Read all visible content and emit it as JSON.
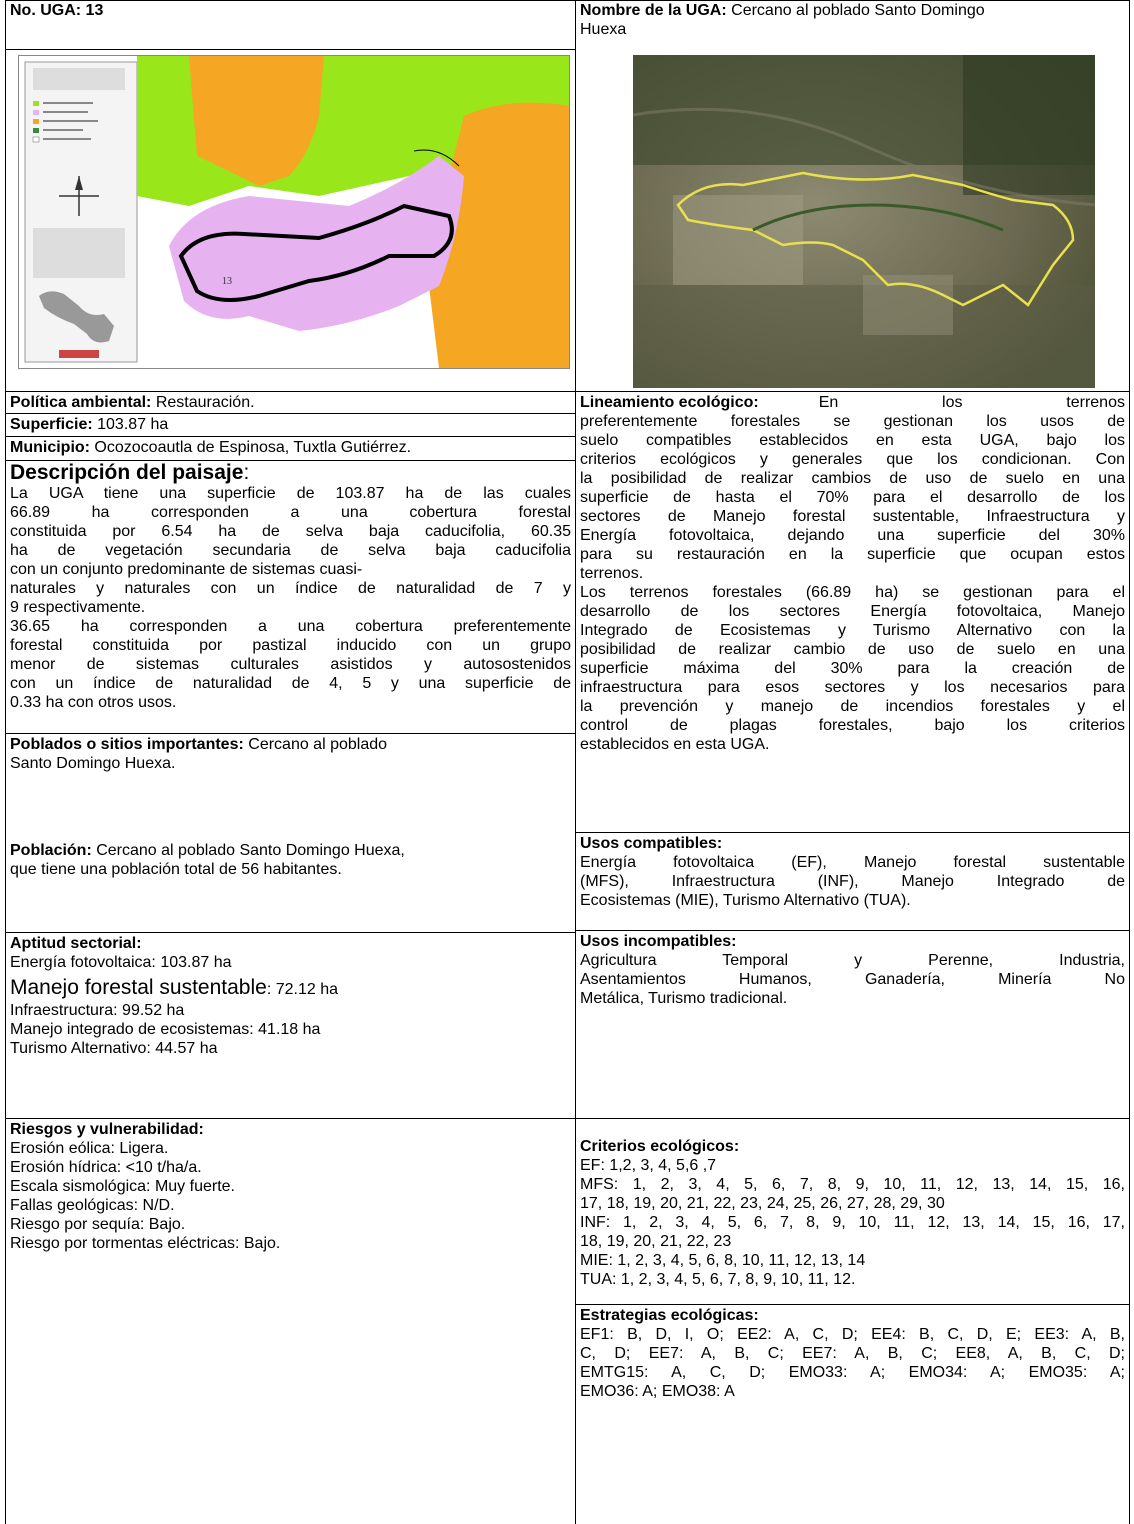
{
  "uga_no": {
    "label": "No. UGA:",
    "value": " 13"
  },
  "nombre": {
    "label": "Nombre de la UGA:",
    "line1": " Cercano al poblado Santo Domingo",
    "line2": "Huexa"
  },
  "politica": {
    "label": "Política ambiental:",
    "value": " Restauración."
  },
  "superficie": {
    "label": "Superficie:",
    "value": " 103.87 ha"
  },
  "municipio": {
    "label": "Municipio:",
    "value": " Ocozocoautla de Espinosa, Tuxtla Gutiérrez."
  },
  "descripcion": {
    "label": "Descripción del paisaje",
    "colon": ":",
    "lines": [
      "La UGA tiene una superficie de 103.87 ha de las cuales",
      "66.89 ha corresponden a una cobertura forestal",
      "constituida por 6.54 ha de selva baja caducifolia, 60.35",
      "ha de vegetación secundaria de selva baja caducifolia",
      "con un conjunto predominante de sistemas cuasi-",
      "naturales y naturales con un índice de naturalidad de 7 y",
      "9 respectivamente.",
      "36.65 ha corresponden a una cobertura preferentemente",
      "forestal constituida por pastizal inducido con un grupo",
      "menor de sistemas culturales asistidos y autosostenidos",
      "con un índice de naturalidad de 4, 5 y una superficie de",
      "0.33 ha con otros usos."
    ]
  },
  "poblados": {
    "label": "Poblados o sitios importantes:",
    "line1": " Cercano al poblado",
    "line2": "Santo Domingo Huexa."
  },
  "poblacion": {
    "label": "Población:",
    "line1": " Cercano al poblado Santo Domingo Huexa,",
    "line2": "que tiene una población total de 56 habitantes."
  },
  "aptitud": {
    "label": "Aptitud sectorial:",
    "items": [
      "Energía fotovoltaica: 103.87 ha",
      "Manejo forestal sustentable",
      "Infraestructura: 99.52 ha",
      "Manejo integrado de ecosistemas: 41.18 ha",
      "Turismo Alternativo: 44.57 ha"
    ],
    "mfs_value": ": 72.12 ha"
  },
  "riesgos": {
    "label": "Riesgos y vulnerabilidad:",
    "items": [
      "Erosión eólica: Ligera.",
      "Erosión hídrica: <10 t/ha/a.",
      "Escala sismológica: Muy fuerte.",
      "Fallas geológicas: N/D.",
      "Riesgo por sequía: Bajo.",
      "Riesgo por tormentas eléctricas: Bajo."
    ]
  },
  "lineamiento": {
    "label": "Lineamiento ecológico:",
    "first_rest": "En los terrenos",
    "lines": [
      "preferentemente forestales se gestionan los usos de",
      "suelo compatibles establecidos en esta UGA, bajo los",
      "criterios ecológicos y generales que los condicionan. Con",
      "la posibilidad de realizar cambios de uso de suelo en una",
      "superficie de hasta el 70% para el desarrollo de los",
      "sectores de Manejo forestal sustentable, Infraestructura y",
      "Energía fotovoltaica, dejando una superficie del 30%",
      "para su restauración en la superficie que ocupan estos",
      "terrenos.",
      "Los terrenos forestales (66.89 ha) se gestionan para el",
      "desarrollo de los sectores Energía fotovoltaica, Manejo",
      "Integrado de Ecosistemas y Turismo Alternativo con la",
      "posibilidad de realizar cambio de uso de suelo en una",
      "superficie máxima del 30% para la creación de",
      "infraestructura para esos sectores y los necesarios para",
      "la prevención y manejo de incendios forestales y el",
      "control de plagas forestales, bajo los criterios",
      "establecidos en esta UGA."
    ]
  },
  "compatibles": {
    "label": "Usos compatibles:",
    "lines": [
      "Energía fotovoltaica (EF), Manejo forestal sustentable",
      "(MFS), Infraestructura (INF), Manejo Integrado de",
      "Ecosistemas (MIE), Turismo Alternativo (TUA)."
    ]
  },
  "incompatibles": {
    "label": "Usos incompatibles:",
    "lines": [
      "Agricultura Temporal y Perenne, Industria,",
      "Asentamientos Humanos, Ganadería, Minería No",
      "Metálica, Turismo tradicional."
    ]
  },
  "criterios": {
    "label": "Criterios ecológicos:",
    "lines": [
      "EF: 1,2, 3, 4, 5,6 ,7",
      "MFS: 1, 2, 3, 4, 5, 6, 7, 8, 9, 10, 11, 12, 13, 14, 15, 16,",
      "17, 18, 19, 20, 21, 22, 23, 24, 25, 26, 27, 28, 29, 30",
      "INF: 1, 2, 3, 4, 5, 6, 7, 8, 9, 10, 11, 12, 13, 14, 15, 16, 17,",
      "18, 19, 20, 21, 22, 23",
      "MIE: 1, 2, 3, 4, 5, 6, 8, 10, 11, 12, 13, 14",
      "TUA: 1, 2, 3, 4, 5, 6, 7, 8, 9, 10, 11, 12."
    ]
  },
  "estrategias": {
    "label": "Estrategias ecológicas:",
    "lines": [
      "EF1: B, D, I, O; EE2: A, C, D; EE4: B, C, D, E; EE3: A, B,",
      "C, D; EE7: A, B, C; EE7: A, B, C; EE8, A, B, C, D;",
      "EMTG15: A, C, D; EMO33: A; EMO34: A; EMO35: A;",
      "EMO36: A; EMO38: A"
    ]
  },
  "map_labels": {
    "unit_number": "13"
  },
  "colors": {
    "forest_green": "#99e61a",
    "agri_orange": "#f5a623",
    "restoration_pink": "#e6b3f0"
  }
}
